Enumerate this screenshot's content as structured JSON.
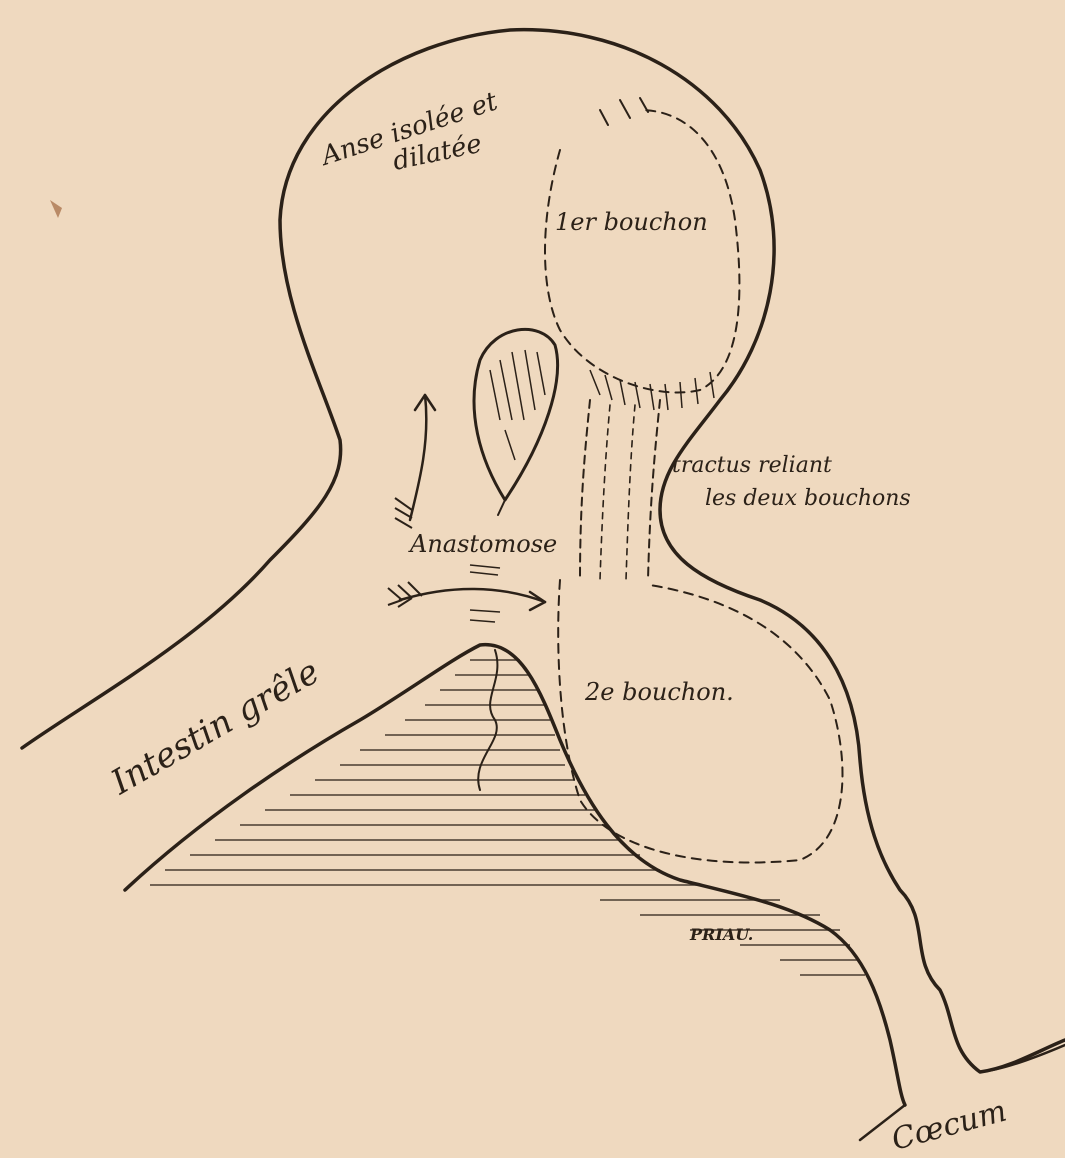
{
  "colors": {
    "paper": "#efd9bf",
    "ink": "#2b2118",
    "stain": "#b98a66"
  },
  "labels": {
    "anse_line1": "Anse isolée et",
    "anse_line2": "dilatée",
    "bouchon1": "1er bouchon",
    "tractus_line1": "tractus reliant",
    "tractus_line2": "les deux bouchons",
    "anastomose": "Anastomose",
    "bouchon2": "2e bouchon.",
    "intestin": "Intestin grêle",
    "signature": "PRIAU.",
    "caecum": "Cœcum"
  }
}
